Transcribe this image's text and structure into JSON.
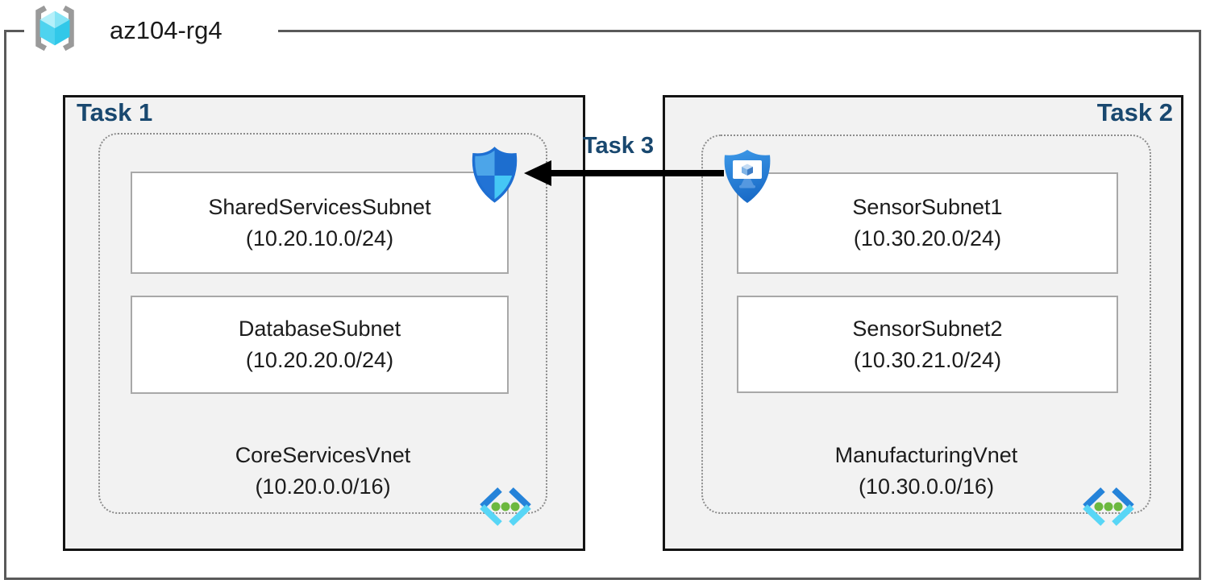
{
  "resource_group": {
    "label": "az104-rg4",
    "icon": "resource-group-icon"
  },
  "task1": {
    "label": "Task 1",
    "badge_icon": "network-security-shield-icon",
    "vnet": {
      "name": "CoreServicesVnet",
      "cidr": "(10.20.0.0/16)",
      "icon": "virtual-network-icon",
      "subnets": [
        {
          "name": "SharedServicesSubnet",
          "cidr": "(10.20.10.0/24)"
        },
        {
          "name": "DatabaseSubnet",
          "cidr": "(10.20.20.0/24)"
        }
      ]
    }
  },
  "task2": {
    "label": "Task 2",
    "badge_icon": "bastion-shield-icon",
    "vnet": {
      "name": "ManufacturingVnet",
      "cidr": "(10.30.0.0/16)",
      "icon": "virtual-network-icon",
      "subnets": [
        {
          "name": "SensorSubnet1",
          "cidr": "(10.30.20.0/24)"
        },
        {
          "name": "SensorSubnet2",
          "cidr": "(10.30.21.0/24)"
        }
      ]
    }
  },
  "task3": {
    "label": "Task 3",
    "arrow_direction": "right-to-left"
  },
  "colors": {
    "accent_navy": "#19486F",
    "task_box_fill": "#F2F2F2",
    "task_box_border": "#141414",
    "resource_group_border": "#5A5A5A",
    "subnet_box_border": "#A8A8A8",
    "dotted_vnet_border": "#8C8C8C",
    "arrow_black": "#000000",
    "azure_blue": "#2583D9",
    "azure_cyan": "#58D6F6",
    "vnet_dot_green": "#6CB83F"
  }
}
